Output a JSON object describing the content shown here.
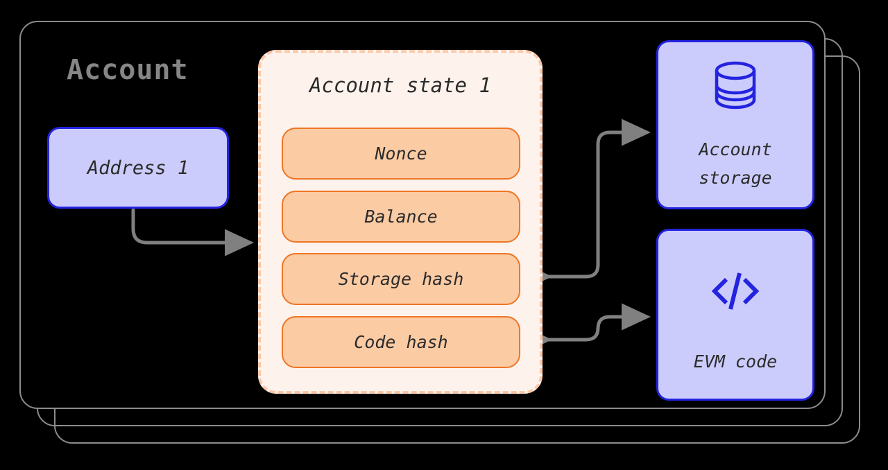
{
  "diagram": {
    "title": "Account",
    "address": {
      "label": "Address 1"
    },
    "account_state": {
      "title": "Account state 1",
      "fields": [
        {
          "label": "Nonce"
        },
        {
          "label": "Balance"
        },
        {
          "label": "Storage hash"
        },
        {
          "label": "Code hash"
        }
      ]
    },
    "side_nodes": [
      {
        "icon": "database-icon",
        "line1": "Account",
        "line2": "storage"
      },
      {
        "icon": "code-brackets-icon",
        "line1": "EVM code",
        "line2": ""
      }
    ]
  },
  "colors": {
    "background": "#000000",
    "card_border": "#8c8c8c",
    "title_text": "#868686",
    "lavender_fill": "#ccccfc",
    "blue_border": "#2323e0",
    "state_fill": "#fdf2ec",
    "state_dashed_border": "#fac8a8",
    "field_fill": "#fbcba4",
    "field_border": "#ef7524",
    "arrow": "#808080",
    "body_text": "#2b2b2b"
  }
}
